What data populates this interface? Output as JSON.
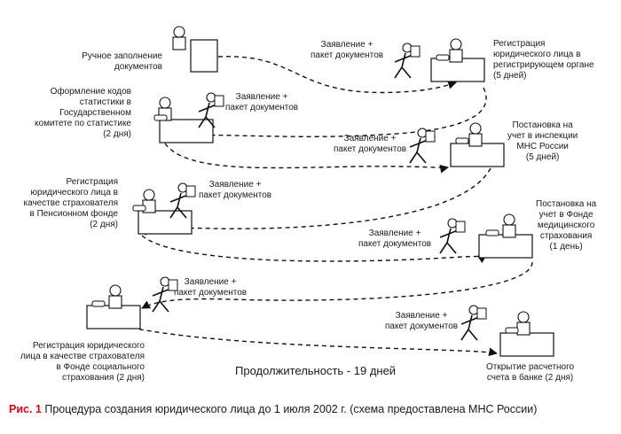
{
  "caption": {
    "figure": "Рис. 1",
    "text": " Процедура создания юридического лица до 1 июля 2002 г. (схема предоставлена МНС России)"
  },
  "duration": "Продолжительность - 19 дней",
  "transfer_label": [
    "Заявление +",
    "пакет документов"
  ],
  "steps": [
    {
      "id": "manual",
      "lines": [
        "Ручное заполнение",
        "документов"
      ]
    },
    {
      "id": "registration",
      "lines": [
        "Регистрация",
        "юридического лица в",
        "регистрирующем органе",
        "(5 дней)"
      ]
    },
    {
      "id": "stat_codes",
      "lines": [
        "Оформление кодов",
        "статистики в",
        "Государственном",
        "комитете по статистике",
        "(2 дня)"
      ]
    },
    {
      "id": "tax",
      "lines": [
        "Постановка на",
        "учет в инспекции",
        "МНС России",
        "(5 дней)"
      ]
    },
    {
      "id": "pension",
      "lines": [
        "Регистрация",
        "юридического лица в",
        "качестве страхователя",
        "в Пенсионном фонде",
        "(2 дня)"
      ]
    },
    {
      "id": "medical",
      "lines": [
        "Постановка на",
        "учет в Фонде",
        "медицинского",
        "страхования",
        "(1 день)"
      ]
    },
    {
      "id": "social",
      "lines": [
        "Регистрация юридического",
        "лица в качестве страхователя",
        "в Фонде социального",
        "страхования (2 дня)"
      ]
    },
    {
      "id": "bank",
      "lines": [
        "Открытие расчетного",
        "счета в банке (2 дня)"
      ]
    }
  ]
}
